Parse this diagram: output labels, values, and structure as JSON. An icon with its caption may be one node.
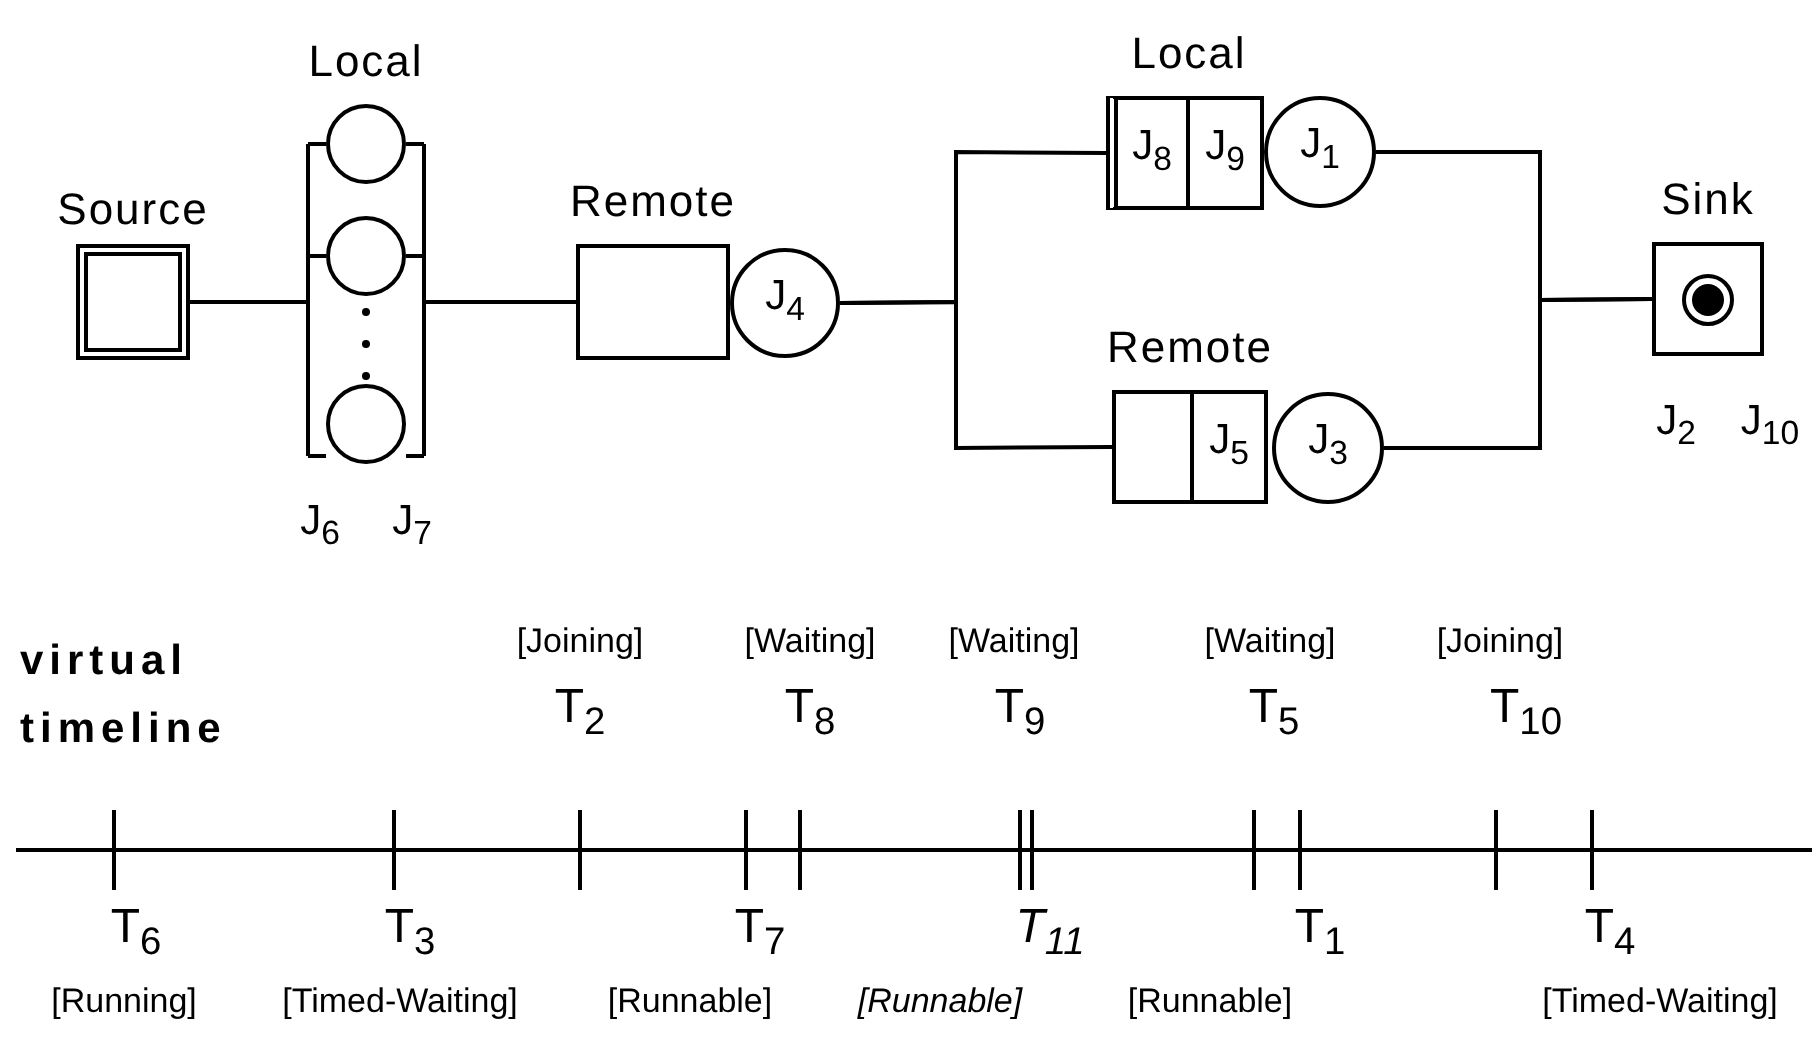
{
  "diagram": {
    "nodes": [
      {
        "text": [
          "Source"
        ]
      },
      {
        "text": [
          "Local"
        ],
        "beside": [
          "J$_{6}$",
          "J$_{7}$"
        ]
      },
      {
        "text": [],
        "shape": "circle",
        "in": 1
      },
      {
        "text": [],
        "shape": "circle",
        "in": 1
      },
      {
        "text": [],
        "shape": "circle",
        "in": 1
      },
      {
        "text": [
          "Remote"
        ]
      },
      {
        "text": [
          "J$_{4}$"
        ]
      },
      {
        "text": [
          "Local"
        ]
      },
      {
        "text": [
          "J$_{8}$"
        ],
        "in": 7
      },
      {
        "text": [
          "J$_{9}$"
        ],
        "in": 7
      },
      {
        "text": [
          "J$_{1}$"
        ]
      },
      {
        "text": [
          "Remote"
        ]
      },
      {
        "text": [],
        "shape": "box",
        "in": 11
      },
      {
        "text": [
          "J$_{5}$"
        ],
        "in": 11
      },
      {
        "text": [
          "J$_{3}$"
        ]
      },
      {
        "text": [
          "Sink"
        ],
        "beside": [
          "J$_{2}$",
          "J$_{10}$"
        ]
      }
    ],
    "edges": [
      {
        "from": 0,
        "to": 1,
        "arrow": "none"
      },
      {
        "from": 1,
        "to": 5,
        "arrow": "none"
      },
      {
        "from": 6,
        "to": 7,
        "arrow": "none"
      },
      {
        "from": 6,
        "to": 11,
        "arrow": "none"
      },
      {
        "from": 10,
        "to": 15,
        "arrow": "none"
      },
      {
        "from": 14,
        "to": 15,
        "arrow": "none"
      }
    ],
    "labels": [
      "virtual timeline",
      "[Joining]",
      "[Waiting]",
      "[Waiting]",
      "[Waiting]",
      "[Joining]",
      "T$_{2}$",
      "T$_{8}$",
      "T$_{9}$",
      "T$_{5}$",
      "T$_{10}$",
      "T$_{6}$",
      "T$_{3}$",
      "T$_{7}$",
      "T$_{11}$",
      "T$_{1}$",
      "T$_{4}$",
      "[Running]",
      "[Timed-Waiting]",
      "[Runnable]",
      "[Runnable]",
      "[Runnable]",
      "[Timed-Waiting]"
    ]
  }
}
